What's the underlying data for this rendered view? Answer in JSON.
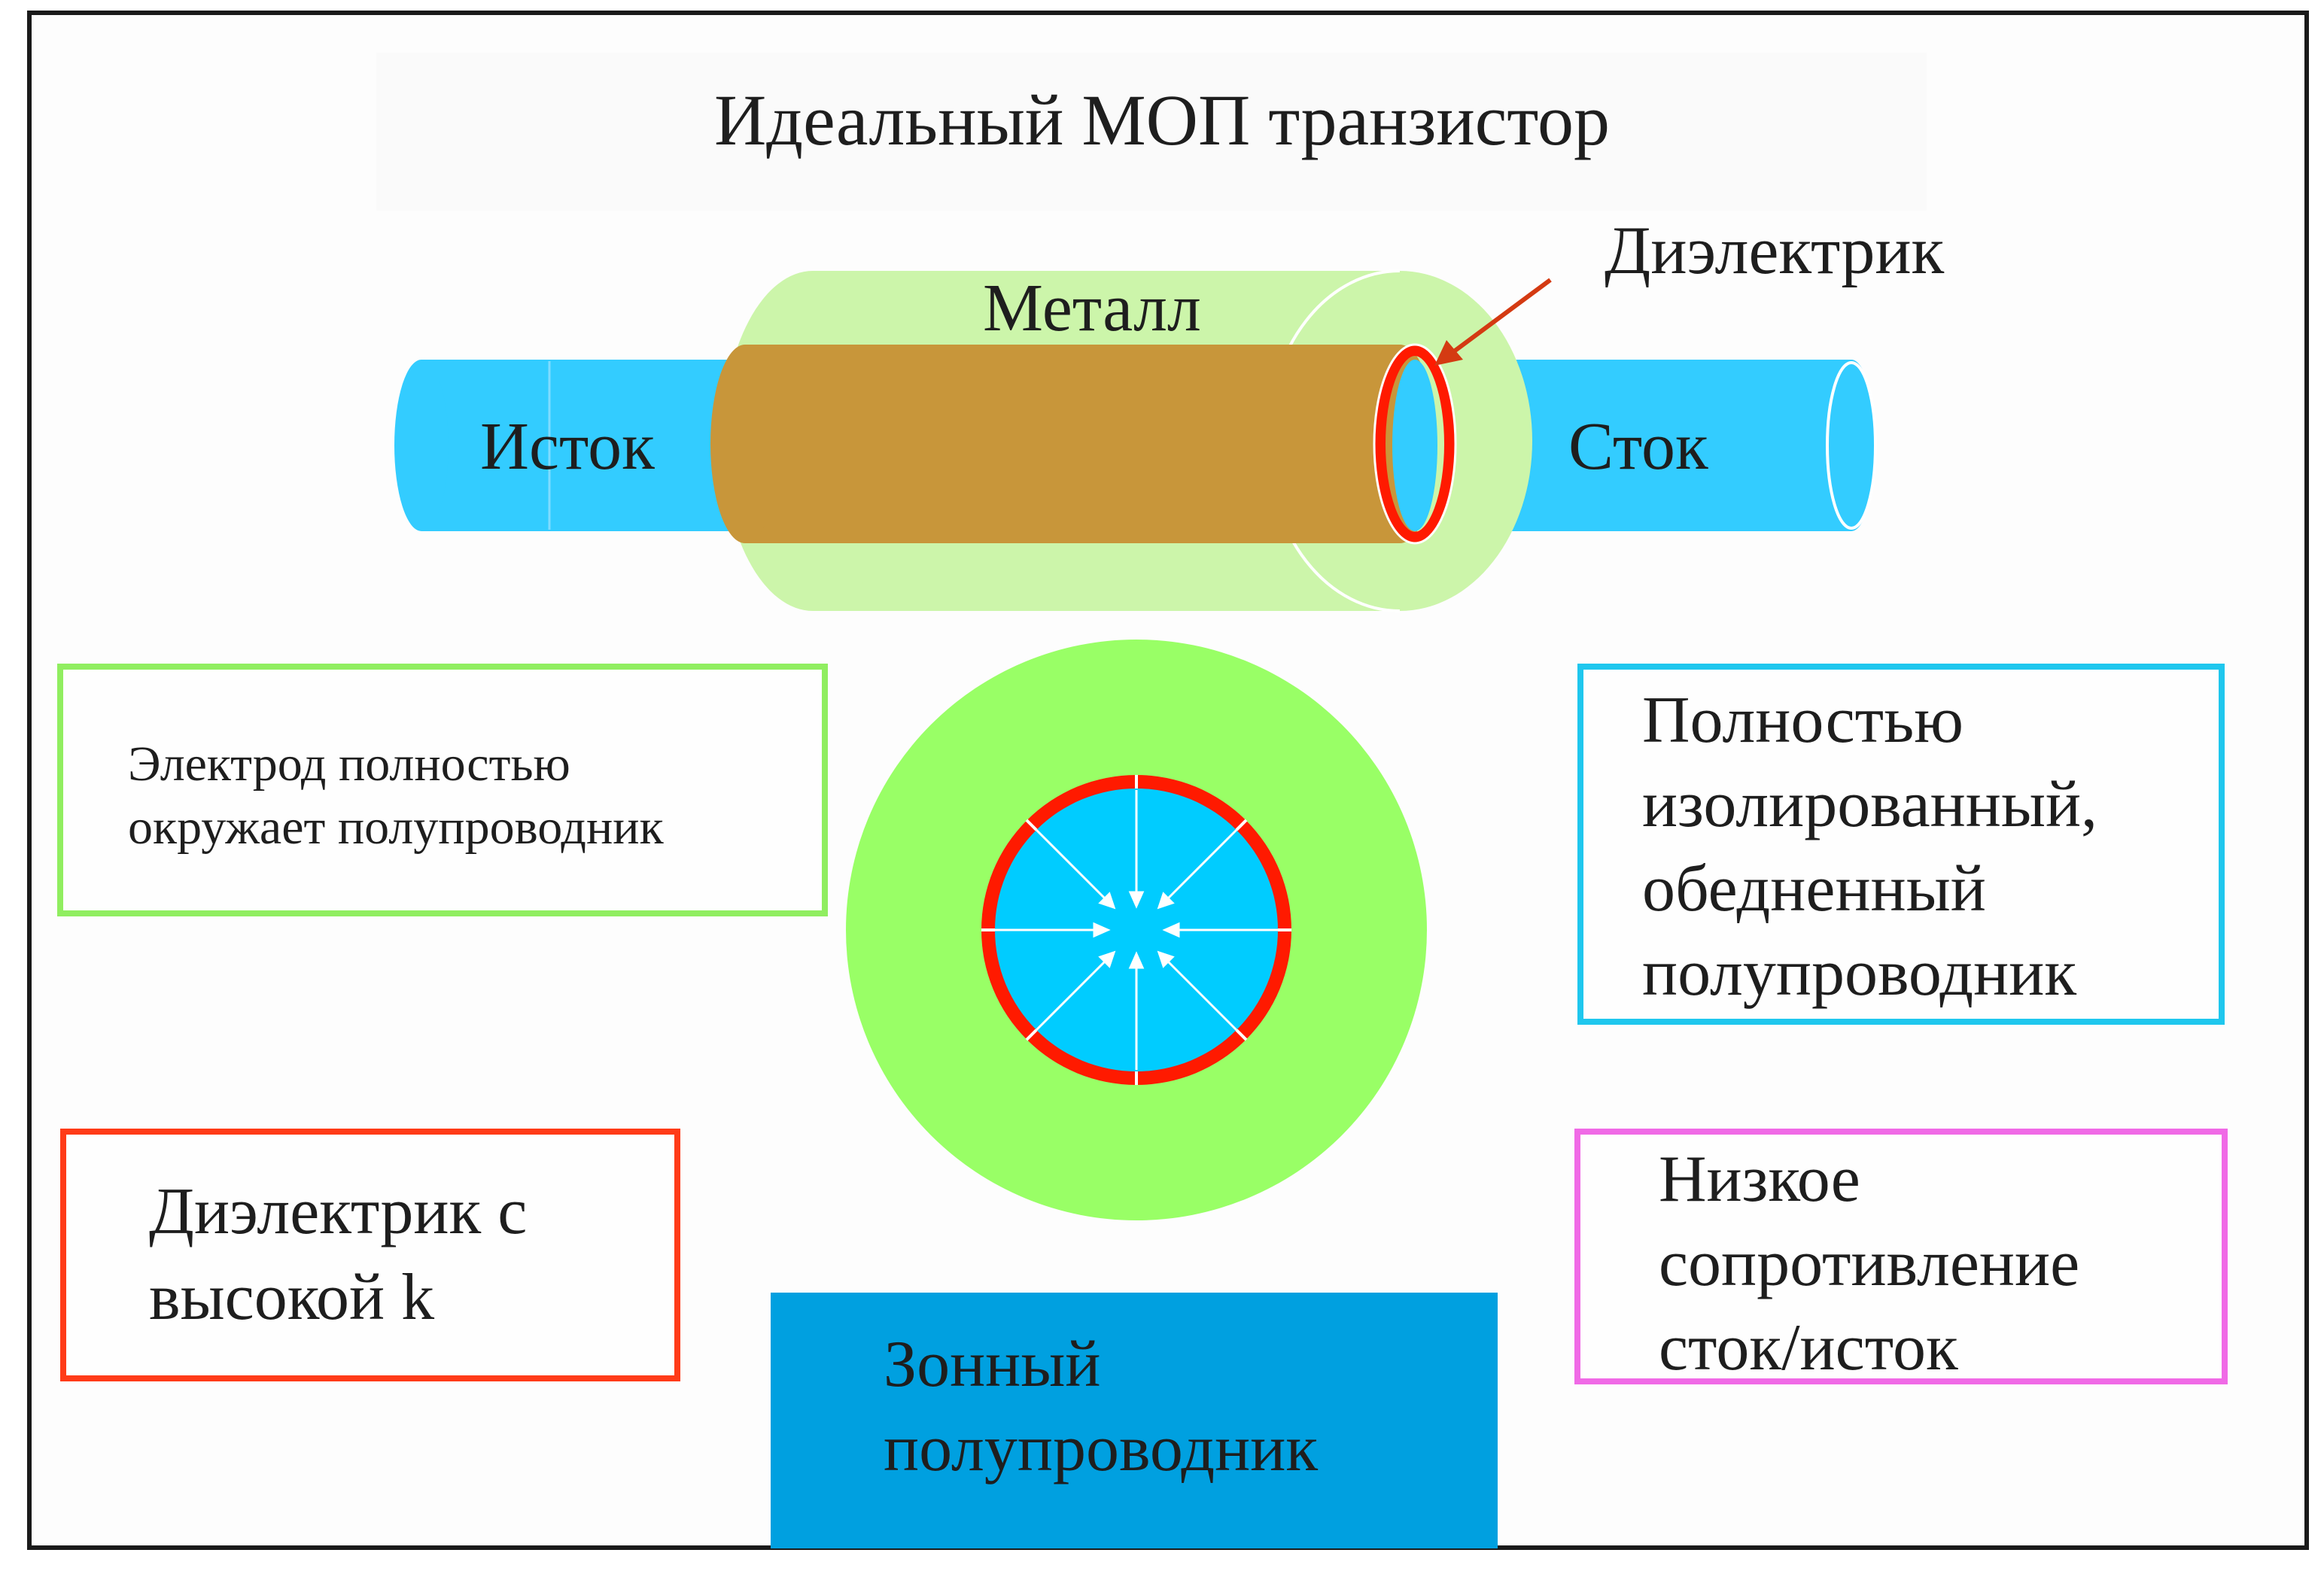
{
  "title": "Идеальный МОП транзистор",
  "labels": {
    "metal": "Металл",
    "dielectric": "Диэлектрик",
    "source": "Исток",
    "drain": "Сток"
  },
  "boxes": {
    "electrode": "Электрод полностью\nокружает полупроводник",
    "isolated": "Полностью\nизолированный,\nобедненный\nполупроводник",
    "high_k": "Диэлектрик с\nвысокой k",
    "low_resistance": "Низкое\nсопротивление\nсток/исток",
    "band": "Зонный\nполупроводник"
  },
  "colors": {
    "semiconductor": "#33ccff",
    "metal": "#c8963a",
    "gate_halo": "#ccf5aa",
    "dielectric": "#ff1a00",
    "cross_section_outer": "#99ff66",
    "cross_section_inner": "#00ccff",
    "arrow": "#d43a12",
    "band_fill": "#00a0e0"
  }
}
